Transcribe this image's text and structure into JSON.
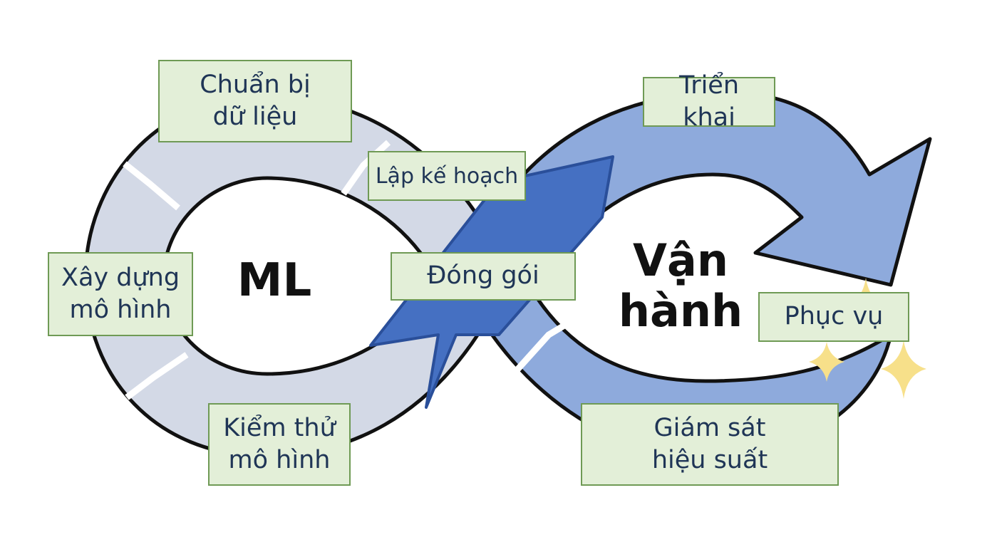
{
  "diagram": {
    "dev_label": "ML",
    "ops_label": "Vận\nhành",
    "steps": [
      {
        "id": "prepare",
        "label": "Chuẩn bị\ndữ liệu"
      },
      {
        "id": "plan",
        "label": "Lập kế hoạch"
      },
      {
        "id": "build",
        "label": "Xây dựng\nmô hình"
      },
      {
        "id": "test",
        "label": "Kiểm thử\nmô hình"
      },
      {
        "id": "package",
        "label": "Đóng gói"
      },
      {
        "id": "deploy",
        "label": "Triển khai"
      },
      {
        "id": "serve",
        "label": "Phục vụ"
      },
      {
        "id": "monitor",
        "label": "Giám sát\nhiệu suất"
      }
    ],
    "colors": {
      "dev_loop": "#d3d9e6",
      "ops_loop": "#8eaadc",
      "crossing": "#4570c2",
      "outline": "#111111",
      "label_fill": "#e3efd8",
      "label_border": "#6f9a55",
      "label_text": "#1f3556",
      "sparkle": "#f7e08a"
    }
  }
}
